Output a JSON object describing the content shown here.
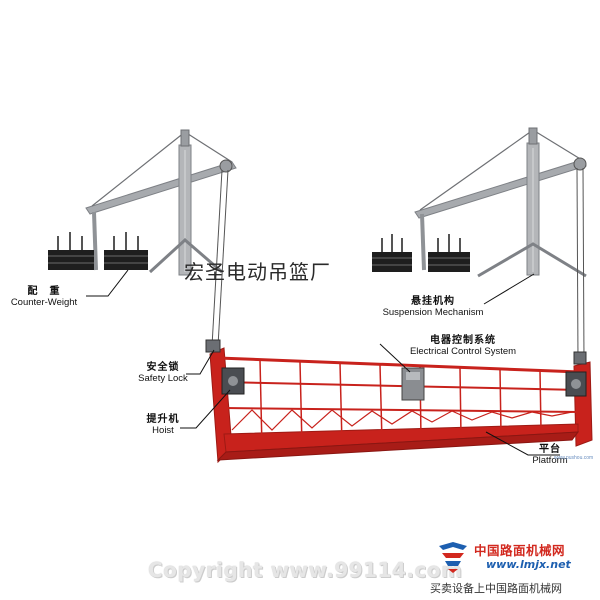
{
  "labels": {
    "counterweight": {
      "zh": "配　重",
      "en": "Counter-Weight"
    },
    "suspension": {
      "zh": "悬挂机构",
      "en": "Suspension Mechanism"
    },
    "electrical": {
      "zh": "电器控制系统",
      "en": "Electrical Control System"
    },
    "safety_lock": {
      "zh": "安全锁",
      "en": "Safety Lock"
    },
    "hoist": {
      "zh": "提升机",
      "en": "Hoist"
    },
    "platform": {
      "zh": "平台",
      "en": "Platform"
    }
  },
  "watermark_cn": "宏圣电动吊篮厂",
  "copyright": "Copyright www.99114.com",
  "brand": {
    "name": "中国路面机械网",
    "url": "www.lmjx.net",
    "slogan": "买卖设备上中国路面机械网",
    "small_url": "www.pushou.com"
  },
  "colors": {
    "platform_red": "#c8221c",
    "steel": "#8f9296",
    "weight_black": "#1e1e1e",
    "brand_red": "#d2281e",
    "brand_blue": "#1d5fb0"
  }
}
